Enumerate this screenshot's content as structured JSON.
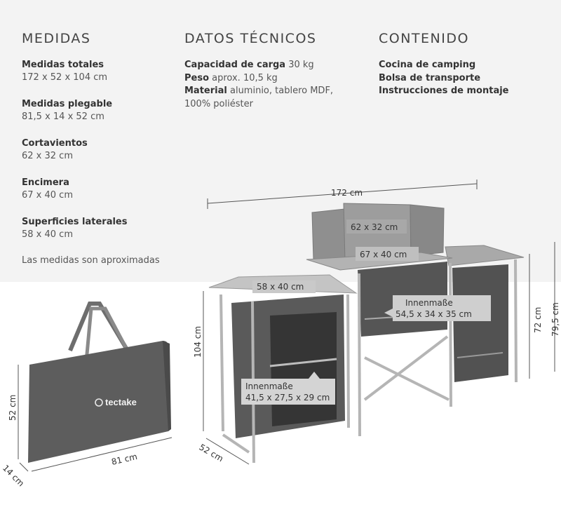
{
  "medidas": {
    "title": "MEDIDAS",
    "items": [
      {
        "label": "Medidas totales",
        "value": "172 x 52 x 104 cm"
      },
      {
        "label": "Medidas plegable",
        "value": "81,5 x 14 x 52 cm"
      },
      {
        "label": "Cortavientos",
        "value": "62 x 32 cm"
      },
      {
        "label": "Encimera",
        "value": "67 x 40 cm"
      },
      {
        "label": "Superficies laterales",
        "value": "58 x 40 cm"
      }
    ],
    "note": "Las medidas son aproximadas"
  },
  "datos": {
    "title": "DATOS TÉCNICOS",
    "rows": [
      {
        "label": "Capacidad de carga",
        "value": "30 kg"
      },
      {
        "label": "Peso",
        "value": "aprox. 10,5 kg"
      },
      {
        "label": "Material",
        "value": "aluminio, tablero MDF,"
      }
    ],
    "continuation": "100% poliéster"
  },
  "contenido": {
    "title": "CONTENIDO",
    "items": [
      "Cocina de camping",
      "Bolsa de transporte",
      "Instrucciones de montaje"
    ]
  },
  "bag": {
    "brand": "tectake",
    "width": "81 cm",
    "height": "52 cm",
    "depth": "14 cm"
  },
  "kitchen": {
    "total_width": "172 cm",
    "height": "104 cm",
    "depth": "52 cm",
    "windscreen": "62 x 32 cm",
    "worktop": "67 x 40 cm",
    "side_surface": "58 x 40 cm",
    "right_height_outer": "79,5 cm",
    "right_height_inner": "72 cm",
    "inner_label": "Innenmaße",
    "inner_dims_middle": "54,5 x 34 x 35 cm",
    "inner_dims_left": "41,5 x 27,5 x 29 cm"
  },
  "colors": {
    "band": "#f3f3f3",
    "product": "#5a5a5a",
    "frame": "#b5b5b5"
  }
}
